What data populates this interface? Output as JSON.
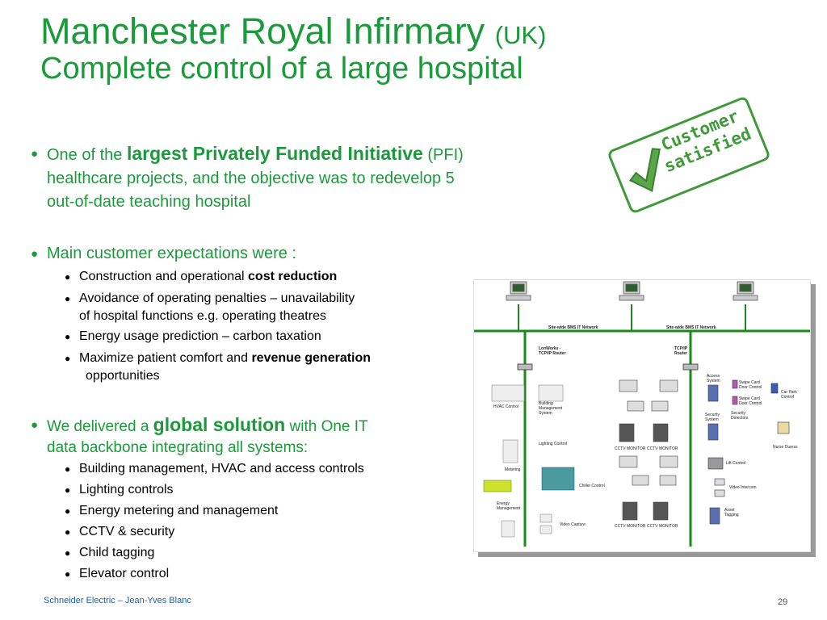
{
  "title": {
    "line1": "Manchester Royal Infirmary",
    "line1_suffix": "(UK)",
    "line2": "Complete control of a large hospital"
  },
  "stamp": {
    "line1": "Customer",
    "line2": "satisfied"
  },
  "bullets": {
    "pfi": {
      "pre": "One of the",
      "strong": "largest Privately Funded Initiative",
      "post": "(PFI)",
      "line2": "healthcare projects,  and the objective was to redevelop 5",
      "line3": "out-of-date teaching hospital"
    },
    "expectations": {
      "heading": "Main customer expectations were :",
      "items": [
        {
          "pre": "Construction and operational",
          "bold": "cost reduction"
        },
        {
          "line1": "Avoidance of operating penalties – unavailability",
          "line2": "of hospital functions e.g. operating theatres"
        },
        {
          "text": "Energy usage prediction – carbon taxation"
        },
        {
          "pre": "Maximize patient comfort and",
          "bold": "revenue generation",
          "line2": "opportunities"
        }
      ]
    },
    "delivered": {
      "pre": "We delivered a",
      "strong": "global solution",
      "post": "with One IT",
      "line2": "data backbone integrating  all systems:",
      "items": [
        "Building management, HVAC and access controls",
        "Lighting controls",
        "Energy metering and management",
        "CCTV & security",
        "Child tagging",
        "Elevator control"
      ]
    }
  },
  "diagram": {
    "network_left": "Site-wide BMS IT Network",
    "network_right": "Site-wide BMS IT Network",
    "node_left": "LonWorks - TCP/IP Router",
    "node_right": "TCP/IP Router",
    "labels": {
      "hvac": "HVAC Control",
      "bms": "Building Management System",
      "lighting": "Lighting Control",
      "metering": "Metering",
      "energy": "Energy Management",
      "chiller": "Chiller Control",
      "video_capture": "Video Capture",
      "cctv1": "CCTV MONITOR",
      "cctv2": "CCTV MONITOR",
      "cctv3": "CCTV MONITOR",
      "cctv4": "CCTV MONITOR",
      "access": "Access System",
      "security": "Security System",
      "security_dvr": "Security Detectors",
      "swipe1": "Swipe Card Door Control",
      "swipe2": "Swipe Card Door Control",
      "car_park": "Car Park Control",
      "nurse": "Nurse Duress",
      "lift": "Lift Control",
      "video_intercom": "Video Intercom",
      "tagging": "Asset Tagging"
    }
  },
  "footer": {
    "text": "Schneider Electric – Jean-Yves Blanc",
    "page": "29"
  }
}
